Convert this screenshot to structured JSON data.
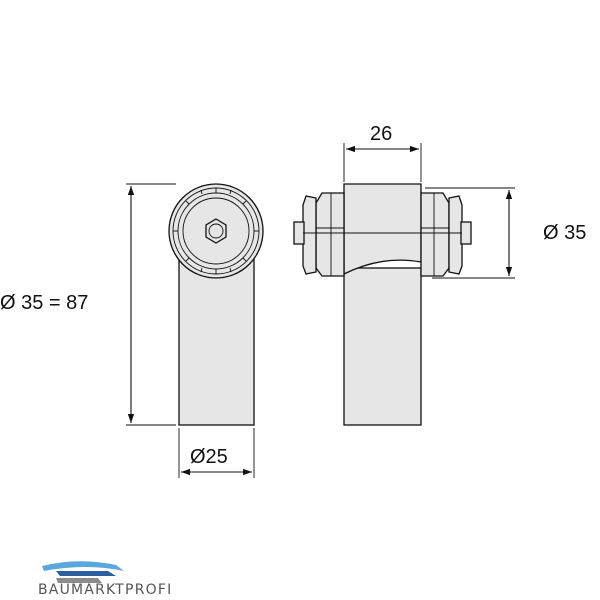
{
  "dimensions": {
    "height": "Ø 35 = 87",
    "shaft_diameter": "Ø25",
    "width": "26",
    "head_diameter": "Ø 35"
  },
  "brand": {
    "name": "BAUMARKTPROFI",
    "colors": {
      "light_blue": "#5ba7dc",
      "dark_blue": "#2b5f9e",
      "gray": "#8c8c8c"
    }
  }
}
